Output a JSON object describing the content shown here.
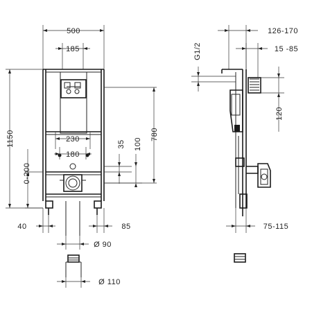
{
  "front_view": {
    "width_total": "500",
    "width_mounting": "185",
    "width_flush": "230",
    "width_inner": "180",
    "height_total": "1150",
    "height_adjust": "0-200",
    "height_seat": "780",
    "height_a": "35",
    "height_b": "100",
    "foot_left": "40",
    "foot_right": "85",
    "pipe_small": "Ø 90",
    "pipe_large": "Ø 110"
  },
  "side_view": {
    "depth_total": "126-170",
    "depth_offset": "15 -85",
    "thread": "G1/2",
    "height_connection": "120",
    "depth_bottom": "75-115"
  }
}
